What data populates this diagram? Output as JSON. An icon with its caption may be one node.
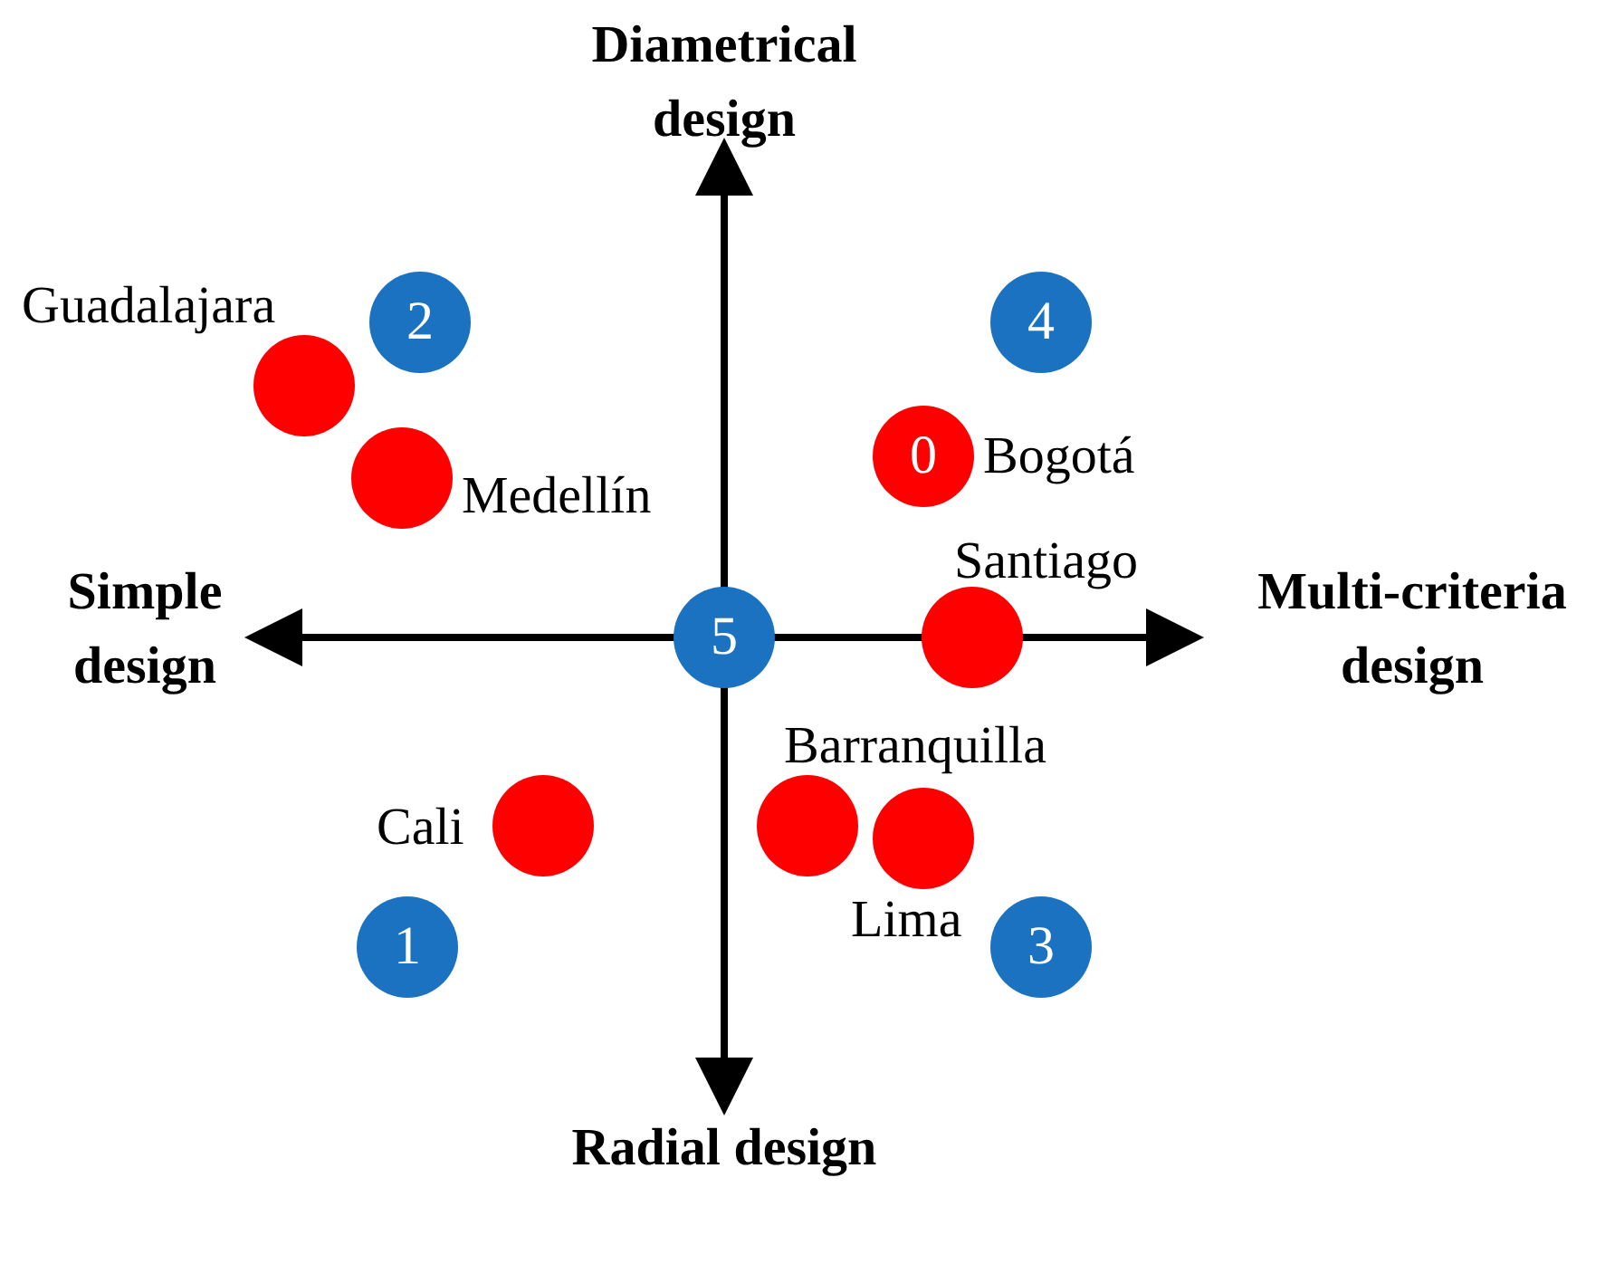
{
  "diagram": {
    "nodes": [
      {
        "text": [
          "2"
        ]
      },
      {
        "text": [
          "4"
        ]
      },
      {
        "text": [],
        "shape": "circle",
        "beside": [
          "Guadalajara"
        ]
      },
      {
        "text": [
          "0"
        ],
        "beside": [
          "Bogotá"
        ]
      },
      {
        "text": [],
        "shape": "circle",
        "beside": [
          "Medellín"
        ]
      },
      {
        "text": [
          "5"
        ]
      },
      {
        "text": [],
        "shape": "circle",
        "beside": [
          "Santiago"
        ]
      },
      {
        "text": [],
        "shape": "circle",
        "beside": [
          "Cali"
        ]
      },
      {
        "text": [],
        "shape": "circle",
        "beside": [
          "Barranquilla"
        ]
      },
      {
        "text": [],
        "shape": "circle",
        "beside": [
          "Lima"
        ]
      },
      {
        "text": [
          "1"
        ]
      },
      {
        "text": [
          "3"
        ]
      }
    ],
    "labels": [
      "Diametrical design",
      "Simple design",
      "Multi-criteria design",
      "Radial design"
    ]
  }
}
